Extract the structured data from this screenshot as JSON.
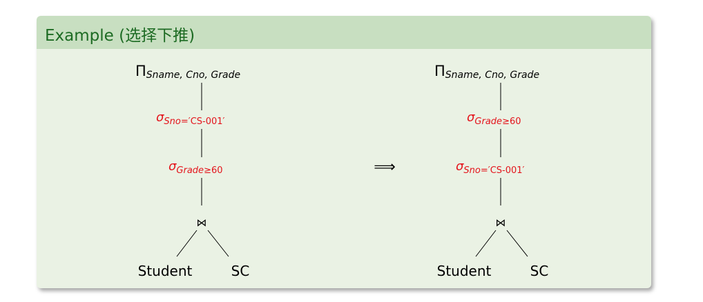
{
  "block": {
    "title": "Example (选择下推)"
  },
  "arrow": "⟹",
  "left_tree": {
    "projection": {
      "symbol": "Π",
      "subscript": "Sname, Cno, Grade"
    },
    "selection_top": {
      "symbol": "σ",
      "subscript_italic": "Sno=",
      "subscript_plain": "′CS-001′"
    },
    "selection_bottom": {
      "symbol": "σ",
      "subscript_italic": "Grade",
      "subscript_plain": "≥60"
    },
    "join": "⋈",
    "leaf_left": "Student",
    "leaf_right": "SC"
  },
  "right_tree": {
    "projection": {
      "symbol": "Π",
      "subscript": "Sname, Cno, Grade"
    },
    "selection_top": {
      "symbol": "σ",
      "subscript_italic": "Grade",
      "subscript_plain": "≥60"
    },
    "selection_bottom": {
      "symbol": "σ",
      "subscript_italic": "Sno=",
      "subscript_plain": "′CS-001′"
    },
    "join": "⋈",
    "leaf_left": "Student",
    "leaf_right": "SC"
  },
  "colors": {
    "header": "#c8dfc1",
    "body": "#eaf2e4",
    "title": "#1d6b23",
    "selection": "#e4141b"
  }
}
